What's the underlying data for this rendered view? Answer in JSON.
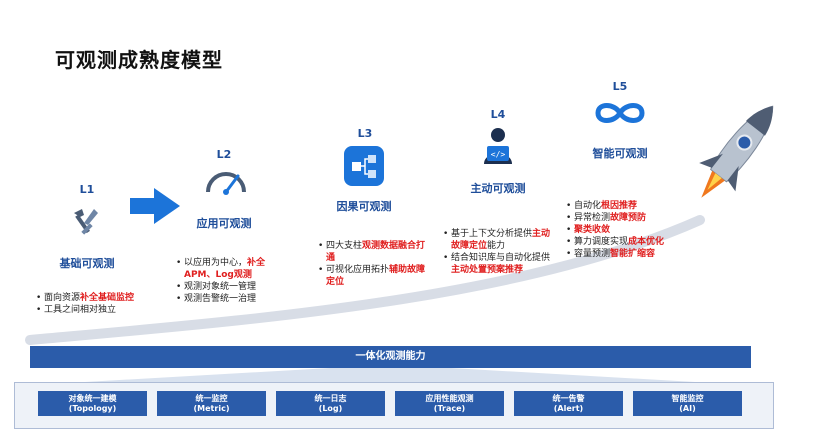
{
  "title": "可观测成熟度模型",
  "levels": [
    {
      "level": "L1",
      "name": "基础可观测",
      "icon": "tools-icon",
      "items": [
        [
          {
            "t": "面向资源"
          },
          {
            "t": "补全基础监控",
            "r": true
          }
        ],
        [
          {
            "t": "工具之间相对独立"
          }
        ]
      ]
    },
    {
      "level": "L2",
      "name": "应用可观测",
      "icon": "gauge-icon",
      "items": [
        [
          {
            "t": "以应用为中心，"
          },
          {
            "t": "补全APM、Log观测",
            "r": true
          }
        ],
        [
          {
            "t": "观测对象统一管理"
          }
        ],
        [
          {
            "t": "观测告警统一治理"
          }
        ]
      ]
    },
    {
      "level": "L3",
      "name": "因果可观测",
      "icon": "topology-icon",
      "items": [
        [
          {
            "t": "四大支柱"
          },
          {
            "t": "观测数据融合打通",
            "r": true
          }
        ],
        [
          {
            "t": "可视化应用拓扑"
          },
          {
            "t": "辅助故障定位",
            "r": true
          }
        ]
      ]
    },
    {
      "level": "L4",
      "name": "主动可观测",
      "icon": "developer-icon",
      "items": [
        [
          {
            "t": "基于上下文分析提供"
          },
          {
            "t": "主动故障定位",
            "r": true
          },
          {
            "t": "能力"
          }
        ],
        [
          {
            "t": "结合知识库与自动化提供"
          },
          {
            "t": "主动处置预案推荐",
            "r": true
          }
        ]
      ]
    },
    {
      "level": "L5",
      "name": "智能可观测",
      "icon": "infinity-icon",
      "items": [
        [
          {
            "t": "自动化"
          },
          {
            "t": "根因推荐",
            "r": true
          }
        ],
        [
          {
            "t": "异常检测"
          },
          {
            "t": "故障预防",
            "r": true
          }
        ],
        [
          {
            "t": "聚类收敛",
            "r": true
          }
        ],
        [
          {
            "t": "算力调度实现"
          },
          {
            "t": "成本优化",
            "r": true
          }
        ],
        [
          {
            "t": "容量预测"
          },
          {
            "t": "智能扩缩容",
            "r": true
          }
        ]
      ]
    }
  ],
  "platform": "一体化观测能力",
  "modules": [
    {
      "name": "对象统一建模",
      "en": "(Topology)"
    },
    {
      "name": "统一监控",
      "en": "(Metric)"
    },
    {
      "name": "统一日志",
      "en": "(Log)"
    },
    {
      "name": "应用性能观测",
      "en": "(Trace)"
    },
    {
      "name": "统一告警",
      "en": "(Alert)"
    },
    {
      "name": "智能监控",
      "en": "(AI)"
    }
  ],
  "colors": {
    "brand": "#2b5caa",
    "highlight": "#e02020",
    "accent": "#1f4e9a"
  }
}
